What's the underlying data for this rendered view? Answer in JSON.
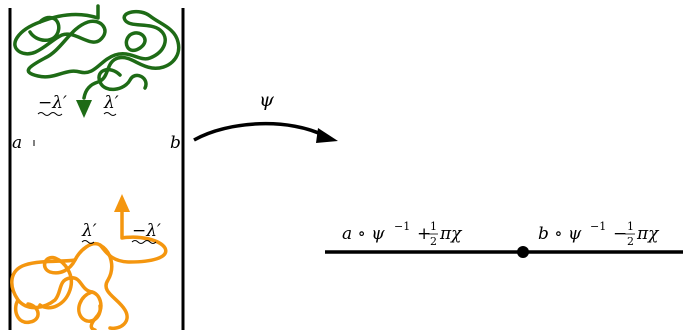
{
  "diagram": {
    "left_label_a": "a",
    "left_label_b": "b",
    "green_label_minus": "−λ′",
    "green_label_plus": "λ′",
    "orange_label_plus": "λ′",
    "orange_label_minus": "−λ′",
    "map_label": "ψ",
    "line_label_left_main": "a ∘ ψ",
    "line_label_left_sup": "−1",
    "line_label_left_plus": "+",
    "line_label_left_frac_num": "1",
    "line_label_left_frac_den": "2",
    "line_label_left_tail": "πχ",
    "line_label_right_main": "b ∘ ψ",
    "line_label_right_sup": "−1",
    "line_label_right_minus": "−",
    "line_label_right_frac_num": "1",
    "line_label_right_frac_den": "2",
    "line_label_right_tail": "πχ"
  },
  "colors": {
    "green": "#1e6b16",
    "orange": "#f4960f",
    "black": "#000000"
  }
}
